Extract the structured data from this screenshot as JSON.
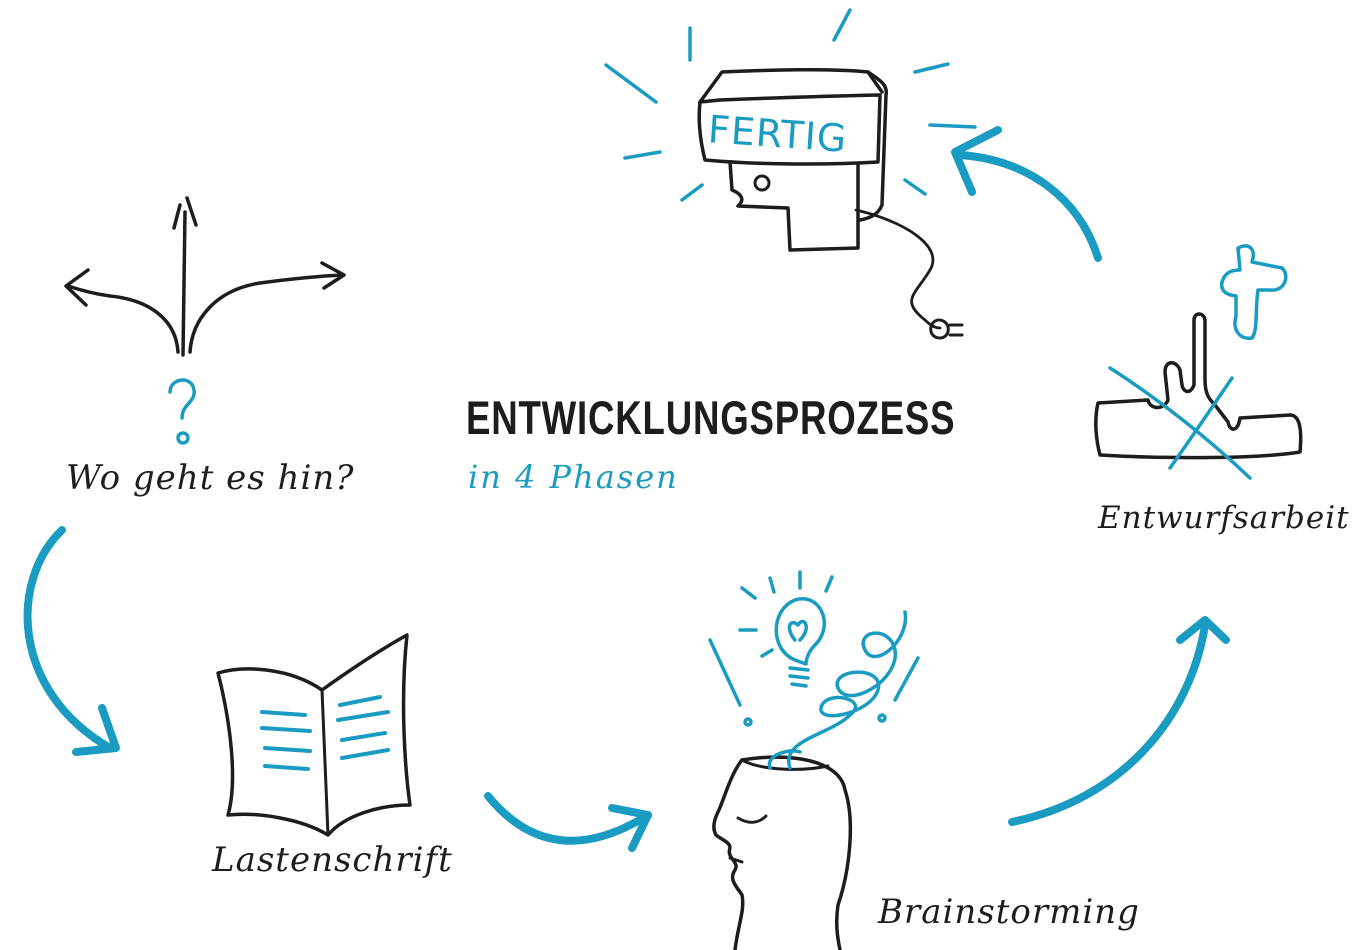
{
  "title": "ENTWICKLUNGSPROZESS",
  "subtitle": "in 4 Phasen",
  "phases": [
    {
      "label": "Wo geht es hin?"
    },
    {
      "label": "Lastenschrift"
    },
    {
      "label": "Brainstorming"
    },
    {
      "label": "Entwurfsarbeit"
    }
  ],
  "machine_label": "FERTIG",
  "colors": {
    "accent": "#1a9bc1",
    "ink": "#1d1d1b",
    "background": "#ffffff"
  }
}
